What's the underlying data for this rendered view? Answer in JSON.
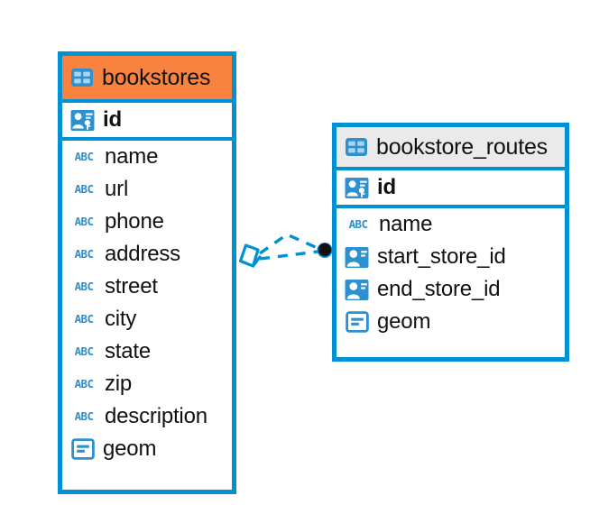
{
  "diagram": {
    "kind": "entity-relationship-diagram",
    "background": "#ffffff",
    "accent_color": "#0090d4",
    "header_highlight_color": "#f8833f",
    "header_default_color": "#eaeaea",
    "text_color": "#111111",
    "icon_color": "#2d90cf"
  },
  "entities": [
    {
      "id": "bookstores",
      "name": "bookstores",
      "header_style": "orange",
      "table_icon": "table-icon",
      "fields": [
        {
          "name": "id",
          "type_icon": "primary-key-icon",
          "bold": true,
          "kind": "pk"
        },
        {
          "name": "name",
          "type_icon": "abc-text-icon",
          "bold": false,
          "kind": "text"
        },
        {
          "name": "url",
          "type_icon": "abc-text-icon",
          "bold": false,
          "kind": "text"
        },
        {
          "name": "phone",
          "type_icon": "abc-text-icon",
          "bold": false,
          "kind": "text"
        },
        {
          "name": "address",
          "type_icon": "abc-text-icon",
          "bold": false,
          "kind": "text"
        },
        {
          "name": "street",
          "type_icon": "abc-text-icon",
          "bold": false,
          "kind": "text"
        },
        {
          "name": "city",
          "type_icon": "abc-text-icon",
          "bold": false,
          "kind": "text"
        },
        {
          "name": "state",
          "type_icon": "abc-text-icon",
          "bold": false,
          "kind": "text"
        },
        {
          "name": "zip",
          "type_icon": "abc-text-icon",
          "bold": false,
          "kind": "text"
        },
        {
          "name": "description",
          "type_icon": "abc-text-icon",
          "bold": false,
          "kind": "text"
        },
        {
          "name": "geom",
          "type_icon": "geometry-icon",
          "bold": false,
          "kind": "geometry"
        }
      ]
    },
    {
      "id": "bookstore_routes",
      "name": "bookstore_routes",
      "header_style": "gray",
      "table_icon": "table-icon",
      "fields": [
        {
          "name": "id",
          "type_icon": "primary-key-icon",
          "bold": true,
          "kind": "pk"
        },
        {
          "name": "name",
          "type_icon": "abc-text-icon",
          "bold": false,
          "kind": "text"
        },
        {
          "name": "start_store_id",
          "type_icon": "foreign-key-icon",
          "bold": false,
          "kind": "fk"
        },
        {
          "name": "end_store_id",
          "type_icon": "foreign-key-icon",
          "bold": false,
          "kind": "fk"
        },
        {
          "name": "geom",
          "type_icon": "geometry-icon",
          "bold": false,
          "kind": "geometry"
        }
      ]
    }
  ],
  "relationship": {
    "from_entity": "bookstores",
    "to_entity": "bookstore_routes",
    "line_style": "dashed",
    "source_marker": "rhombus-marker",
    "target_marker": "filled-circle-marker"
  },
  "icon_labels": {
    "abc": "ABC"
  }
}
